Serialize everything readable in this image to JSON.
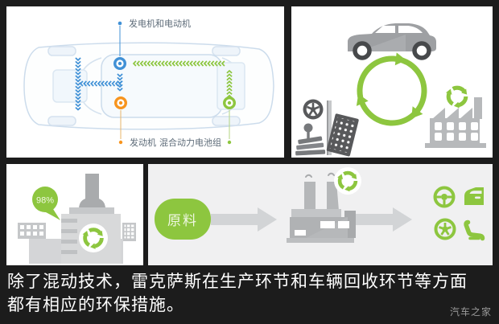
{
  "colors": {
    "accent_green": "#8dc63f",
    "accent_blue": "#4191d6",
    "accent_orange": "#f7941e",
    "dark_icon_gray": "#58595b",
    "car_gray": "#9ea0a3",
    "factory_gray": "#b7b9bb",
    "blueprint_stroke": "#ccdcec",
    "panel_bg_white": "#ffffff",
    "panel_bg_gray": "#f0f0f1",
    "background": "#1c1c1c"
  },
  "hybrid_panel": {
    "labels": {
      "motor": "发电机和电动机",
      "engine": "发动机",
      "battery": "混合动力电池组"
    }
  },
  "recycle_panel": {
    "icons": [
      "car-side",
      "recycle-cycle-arrows",
      "wheel",
      "gear-shifter",
      "perforated-panel",
      "recycle-symbol",
      "factory"
    ]
  },
  "factory_panel": {
    "badge": "98%",
    "icons": [
      "factory-with-chimney",
      "recycle-medallion",
      "city-buildings",
      "speech-bubble"
    ]
  },
  "flow_panel": {
    "start": "原料",
    "icons": [
      "arrow-right",
      "factory-smoke",
      "recycle-badge",
      "steering-wheel",
      "car-door",
      "wheel-rim",
      "car-seat"
    ]
  },
  "caption": {
    "line1": "除了混动技术，雷克萨斯在生产环节和车辆回收环节等方面",
    "line2": "都有相应的环保措施。"
  },
  "watermark": "汽车之家"
}
